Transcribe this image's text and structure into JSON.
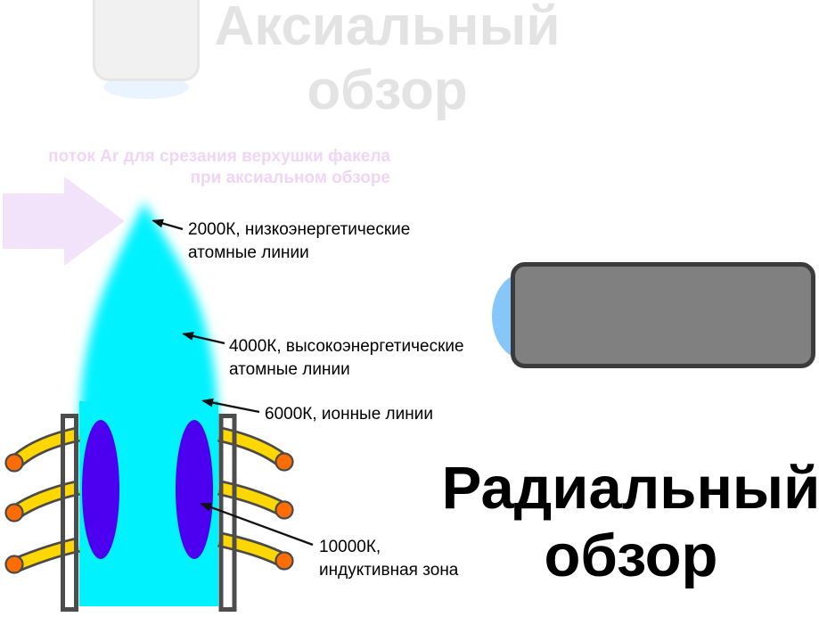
{
  "axial_view": {
    "title": "Аксиальный обзор",
    "ar_flow_note": "поток Ar для срезания верхушки факела\nпри аксиальном обзоре"
  },
  "radial_view": {
    "title": "Радиальный обзор"
  },
  "torch_annotations": [
    {
      "label": "2000К, низкоэнергетические\nатомные линии"
    },
    {
      "label": "4000К, высокоэнергетические\nатомные линии"
    },
    {
      "label": "6000К, ионные линии"
    },
    {
      "label": "10000К,\nиндуктивная зона"
    }
  ],
  "colors": {
    "plasma_cyan": "#00F2FF",
    "induction_zone_purple": "#4D00F0",
    "coil_yellow": "#FFD700",
    "coil_end_orange": "#FF6C00",
    "coil_outline_gray": "#4A4A4A",
    "torch_wall_gray": "#4D4D4D",
    "ar_flow_arrow_lavender": "#F2E3FA",
    "ar_flow_text_pink": "#F0D5F6",
    "axial_title_gray": "#E3E3E3",
    "detector_body_gray": "#808080",
    "detector_window_blue": "#87C6F9",
    "annotation_black": "#000000"
  }
}
